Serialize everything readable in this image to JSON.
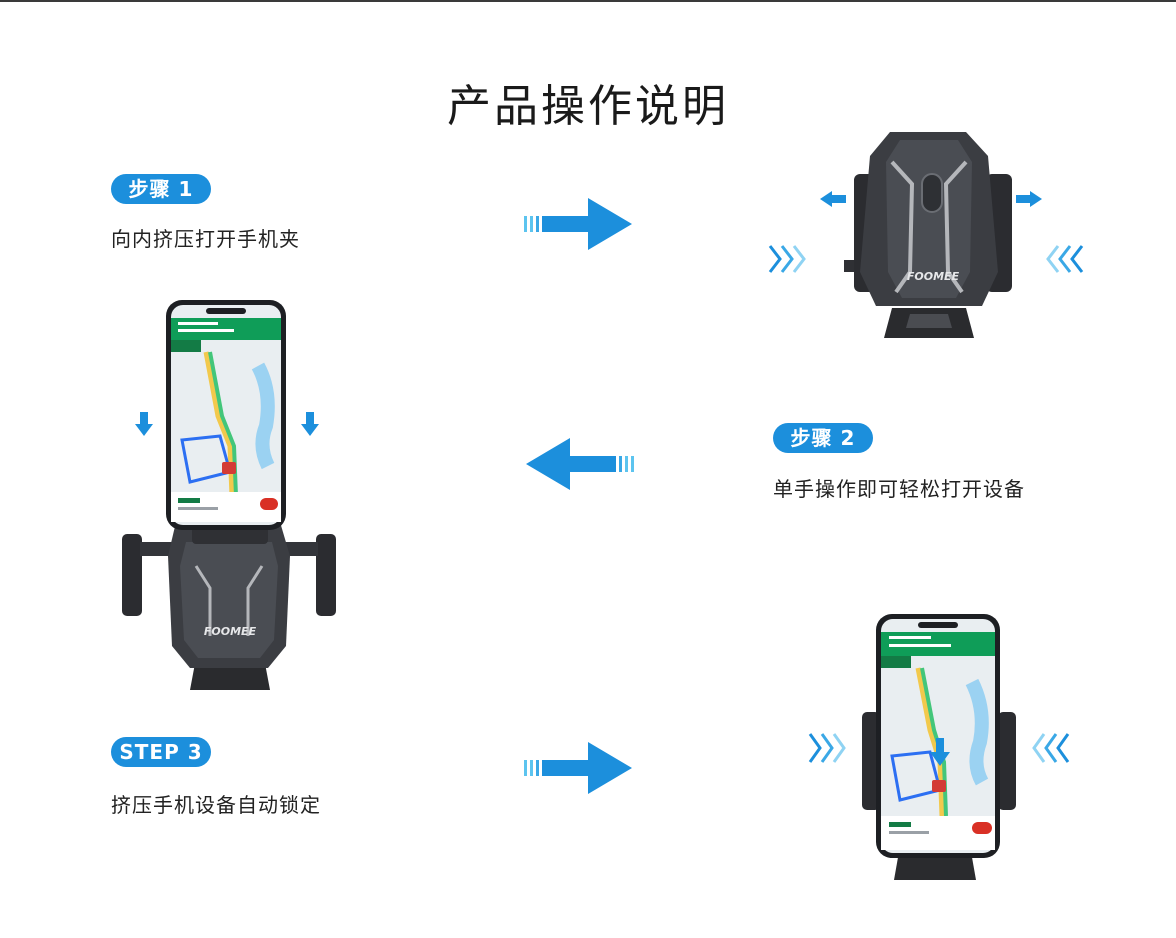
{
  "page": {
    "title": "产品操作说明"
  },
  "steps": [
    {
      "badge": "步骤 1",
      "text": "向内挤压打开手机夹"
    },
    {
      "badge": "步骤 2",
      "text": "单手操作即可轻松打开设备"
    },
    {
      "badge": "STEP 3",
      "text": "挤压手机设备自动锁定"
    }
  ],
  "product": {
    "brand": "FOOMEE"
  },
  "colors": {
    "accent": "#1c8fdc",
    "arrow_light": "#5cc4ef",
    "holder_dark": "#3b3d42"
  }
}
